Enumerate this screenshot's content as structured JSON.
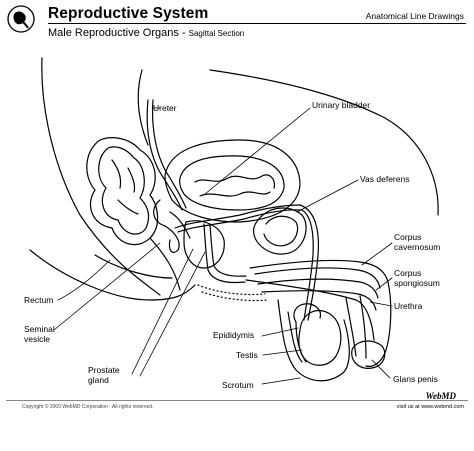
{
  "header": {
    "title": "Reproductive System",
    "subtitle_main": "Male Reproductive Organs -",
    "subtitle_sub": "Sagittal Section",
    "right_text": "Anatomical Line Drawings"
  },
  "labels": {
    "ureter": "Ureter",
    "urinary_bladder": "Urinary bladder",
    "vas_deferens": "Vas deferens",
    "corpus_cavernosum": [
      "Corpus",
      "cavernosum"
    ],
    "corpus_spongiosum": [
      "Corpus",
      "spongiosum"
    ],
    "urethra": "Urethra",
    "rectum": "Rectum",
    "seminal_vesicle": [
      "Seminal",
      "vesicle"
    ],
    "prostate_gland": [
      "Prostate",
      "gland"
    ],
    "epididymis": "Epididymis",
    "testis": "Testis",
    "scrotum": "Scrotum",
    "glans_penis": "Glans penis"
  },
  "footer": {
    "copyright": "Copyright © 2000  WebMD Corporation - All rights reserved.",
    "url": "visit us at www.webmd.com",
    "logo": "WebMD"
  }
}
